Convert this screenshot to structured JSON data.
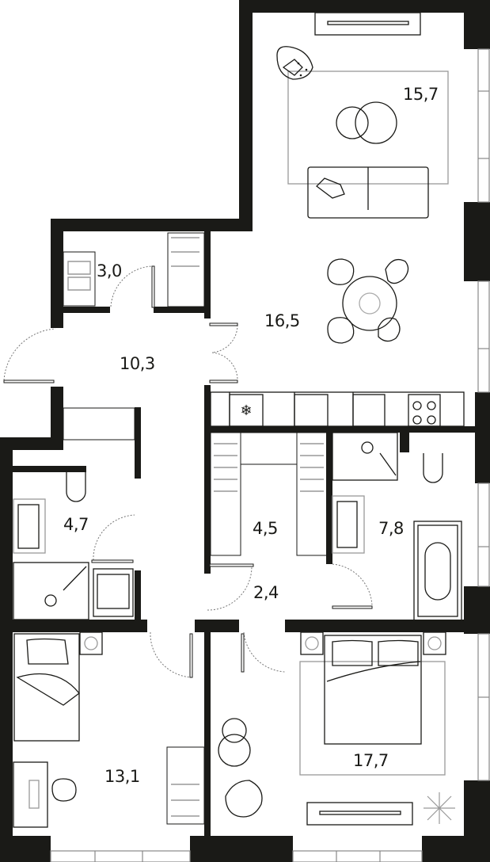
{
  "plan": {
    "wall_color": "#1a1a17",
    "line_color": "#1a1a17",
    "furniture_secondary_color": "#999999",
    "background_color": "#ffffff",
    "rooms": [
      {
        "id": "living",
        "area": "15,7"
      },
      {
        "id": "closet-entry",
        "area": "3,0"
      },
      {
        "id": "hall",
        "area": "10,3"
      },
      {
        "id": "kitchen-dining",
        "area": "16,5"
      },
      {
        "id": "bathroom-left",
        "area": "4,7"
      },
      {
        "id": "walk-in-closet",
        "area": "4,5"
      },
      {
        "id": "bathroom-right",
        "area": "7,8"
      },
      {
        "id": "corridor",
        "area": "2,4"
      },
      {
        "id": "bedroom-left",
        "area": "13,1"
      },
      {
        "id": "bedroom-master",
        "area": "17,7"
      }
    ]
  }
}
